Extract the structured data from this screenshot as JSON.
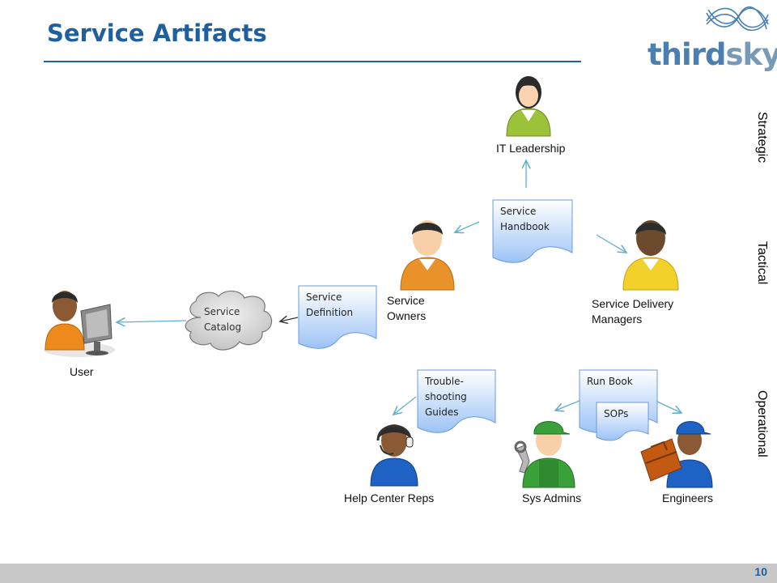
{
  "slide": {
    "title": "Service Artifacts",
    "page_number": "10"
  },
  "logo": {
    "text_bold": "third",
    "text_light": "sky"
  },
  "levels": {
    "strategic": "Strategic",
    "tactical": "Tactical",
    "operational": "Operational"
  },
  "roles": {
    "it_leadership": "IT Leadership",
    "service_owners": "Service\nOwners",
    "service_delivery_managers": "Service Delivery\nManagers",
    "user": "User",
    "help_center_reps": "Help Center Reps",
    "sys_admins": "Sys Admins",
    "engineers": "Engineers"
  },
  "artifacts": {
    "service_handbook": "Service\nHandbook",
    "service_definition": "Service\nDefinition",
    "service_catalog": "Service\nCatalog",
    "troubleshooting_guides": "Trouble-\nshooting\nGuides",
    "run_book": "Run Book",
    "sops": "SOPs"
  },
  "colors": {
    "title": "#1f5f9e",
    "doc_fill_top": "#ffffff",
    "doc_fill_bottom": "#9cc3f5",
    "arrow": "#5fb0d0",
    "cloud": "#d0d0d0"
  }
}
